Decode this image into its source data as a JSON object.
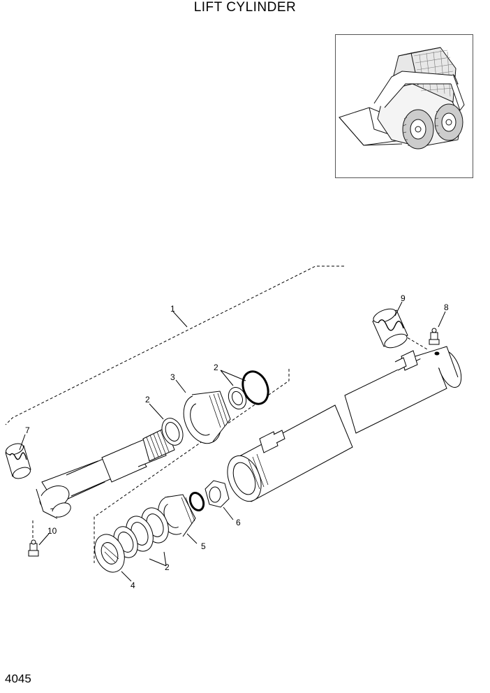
{
  "title": "LIFT CYLINDER",
  "page_number": "4045",
  "callouts": {
    "c1": "1",
    "c2a": "2",
    "c2b": "2",
    "c2c": "2",
    "c3": "3",
    "c4": "4",
    "c5": "5",
    "c6": "6",
    "c7": "7",
    "c8": "8",
    "c9": "9",
    "c10": "10"
  }
}
